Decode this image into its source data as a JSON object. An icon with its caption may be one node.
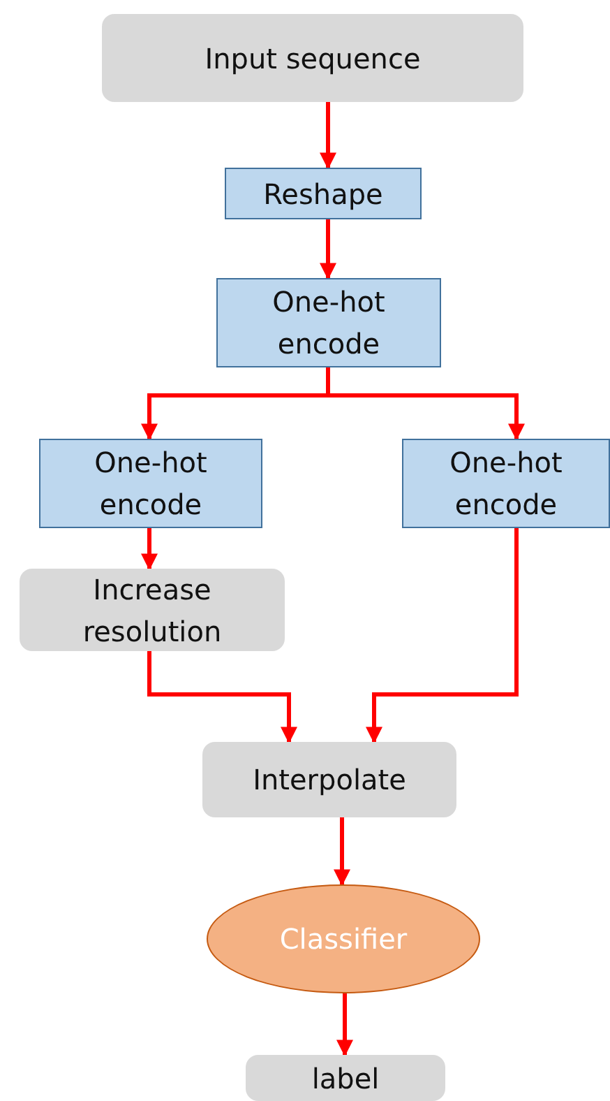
{
  "diagram": {
    "nodes": [
      {
        "text": [
          "Input sequence"
        ]
      },
      {
        "text": [
          "Reshape"
        ]
      },
      {
        "text": [
          "One-hot encode"
        ]
      },
      {
        "text": [
          "One-hot encode"
        ]
      },
      {
        "text": [
          "One-hot encode"
        ]
      },
      {
        "text": [
          "Increase resolution"
        ]
      },
      {
        "text": [
          "Interpolate"
        ]
      },
      {
        "text": [
          "Classifier"
        ]
      },
      {
        "text": [
          "label"
        ]
      }
    ],
    "edges": [
      {
        "from": 0,
        "to": 1,
        "arrow": "to"
      },
      {
        "from": 1,
        "to": 2,
        "arrow": "to"
      },
      {
        "from": 2,
        "to": 3,
        "arrow": "to"
      },
      {
        "from": 2,
        "to": 4,
        "arrow": "to"
      },
      {
        "from": 3,
        "to": 5,
        "arrow": "to"
      },
      {
        "from": 5,
        "to": 6,
        "arrow": "to"
      },
      {
        "from": 4,
        "to": 6,
        "arrow": "to"
      },
      {
        "from": 6,
        "to": 7,
        "arrow": "to"
      },
      {
        "from": 7,
        "to": 8,
        "arrow": "to"
      }
    ]
  }
}
